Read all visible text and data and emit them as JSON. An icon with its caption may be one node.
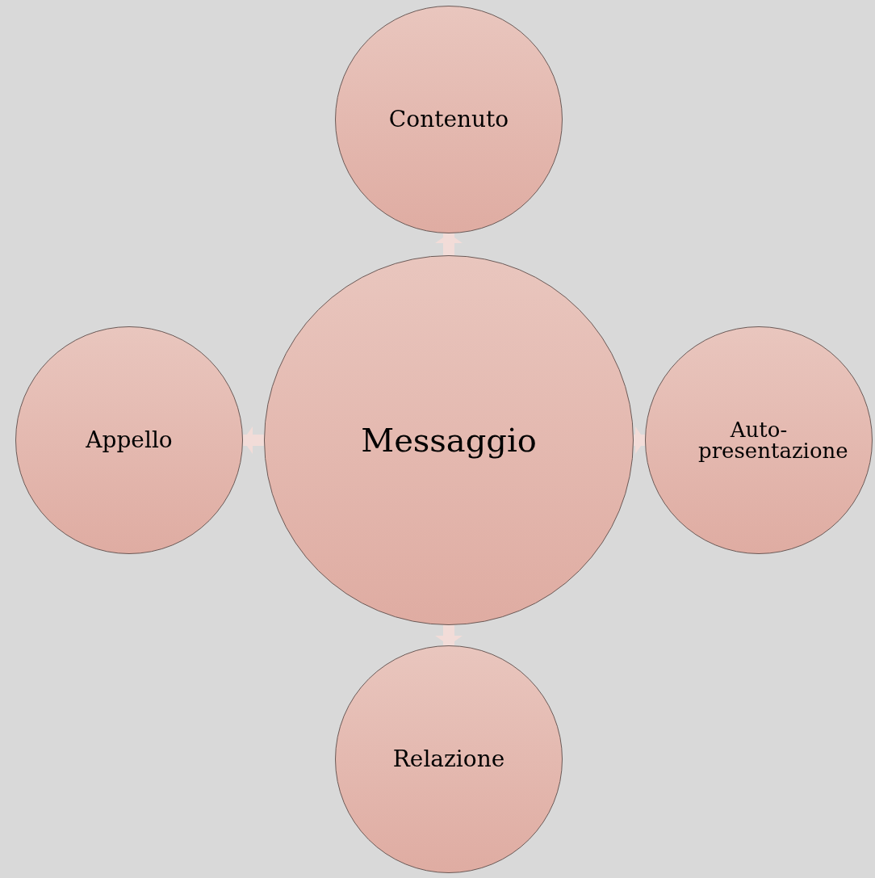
{
  "diagram": {
    "nodes": [
      {
        "text": [
          "Contenuto"
        ]
      },
      {
        "text": [
          "Appello"
        ]
      },
      {
        "text": [
          "Messaggio"
        ]
      },
      {
        "text": [
          "Auto-presentazione"
        ]
      },
      {
        "text": [
          "Relazione"
        ]
      }
    ],
    "edges": [
      {
        "from": 2,
        "to": 0,
        "arrow": "to"
      },
      {
        "from": 2,
        "to": 1,
        "arrow": "to"
      },
      {
        "from": 2,
        "to": 3,
        "arrow": "to"
      },
      {
        "from": 2,
        "to": 4,
        "arrow": "to"
      }
    ]
  }
}
